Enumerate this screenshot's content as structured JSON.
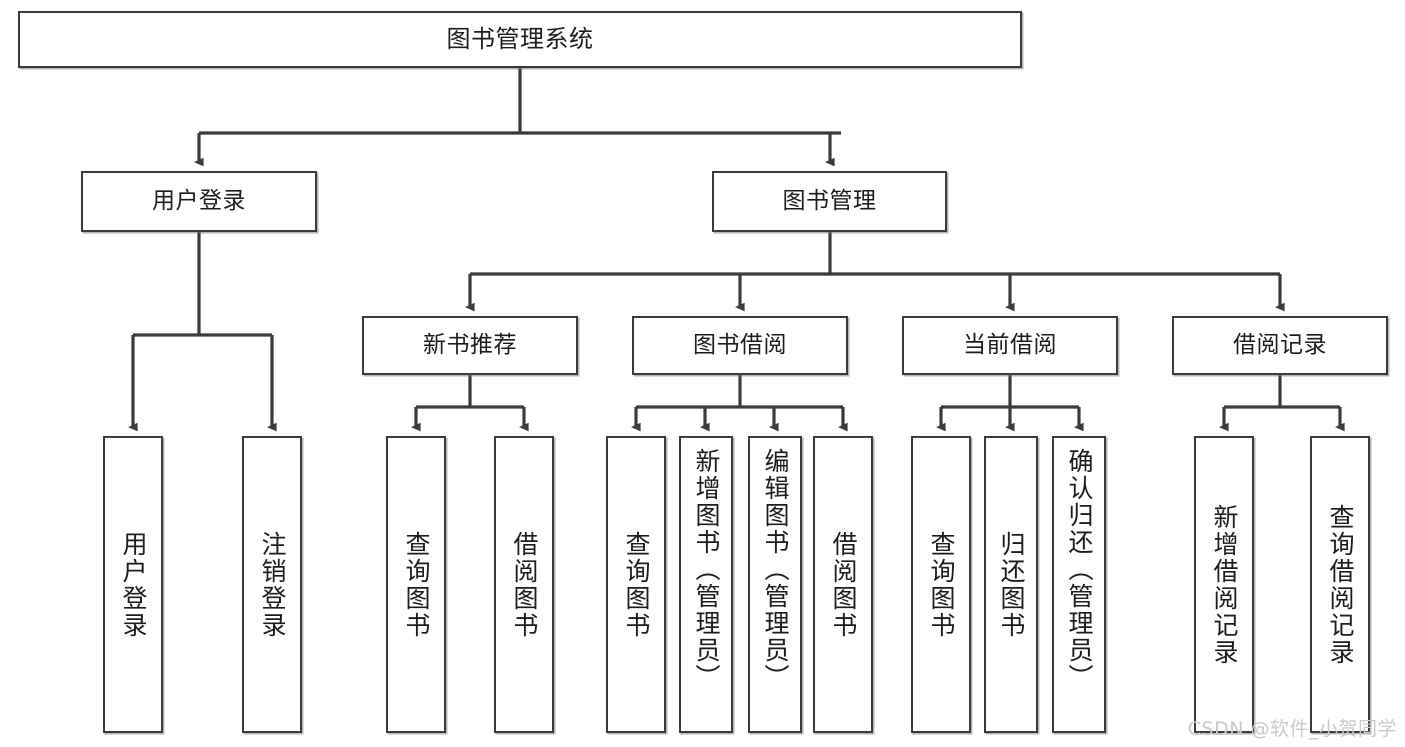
{
  "diagram": {
    "title": "图书管理系统",
    "watermark": "CSDN @软件_小贺同学",
    "stroke_color": "#3b3b3b",
    "fill_color": "#ffffff",
    "text_color": "#1c1c1c",
    "watermark_color": "#c9c9c9",
    "levels": {
      "root": {
        "label": "图书管理系统"
      },
      "level2": [
        {
          "label": "用户登录"
        },
        {
          "label": "图书管理"
        }
      ],
      "level3": [
        {
          "label": "新书推荐"
        },
        {
          "label": "图书借阅"
        },
        {
          "label": "当前借阅"
        },
        {
          "label": "借阅记录"
        }
      ],
      "leaves": [
        {
          "label": "用户登录",
          "parent": "用户登录"
        },
        {
          "label": "注销登录",
          "parent": "用户登录"
        },
        {
          "label": "查询图书",
          "parent": "新书推荐"
        },
        {
          "label": "借阅图书",
          "parent": "新书推荐"
        },
        {
          "label": "查询图书",
          "parent": "图书借阅"
        },
        {
          "label": "新增图书（管理员）",
          "parent": "图书借阅"
        },
        {
          "label": "编辑图书（管理员）",
          "parent": "图书借阅"
        },
        {
          "label": "借阅图书",
          "parent": "图书借阅"
        },
        {
          "label": "查询图书",
          "parent": "当前借阅"
        },
        {
          "label": "归还图书",
          "parent": "当前借阅"
        },
        {
          "label": "确认归还（管理员）",
          "parent": "当前借阅"
        },
        {
          "label": "新增借阅记录",
          "parent": "借阅记录"
        },
        {
          "label": "查询借阅记录",
          "parent": "借阅记录"
        }
      ]
    }
  }
}
